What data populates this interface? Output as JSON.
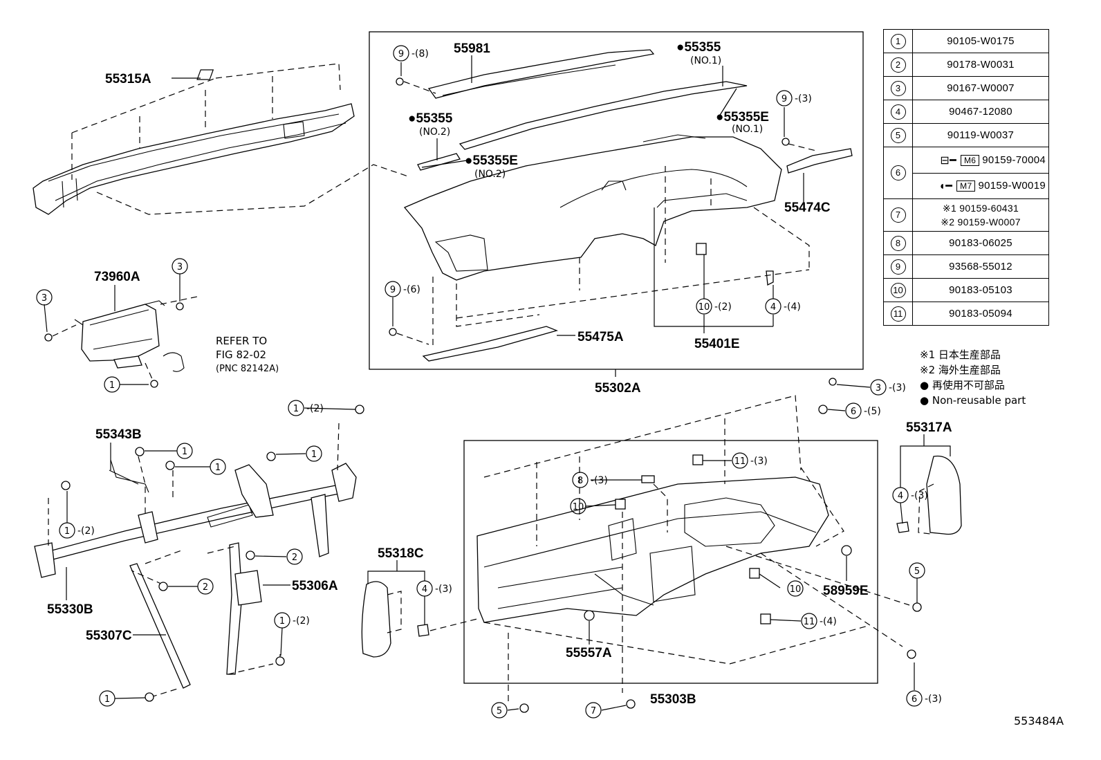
{
  "diagram_id": "553484A",
  "part_labels": {
    "p55315A": "55315A",
    "p73960A": "73960A",
    "p55981": "55981",
    "p55355_1": "●55355",
    "p55355_1_sub": "(NO.1)",
    "p55355_2": "●55355",
    "p55355_2_sub": "(NO.2)",
    "p55355E_1": "●55355E",
    "p55355E_1_sub": "(NO.1)",
    "p55355E_2": "●55355E",
    "p55355E_2_sub": "(NO.2)",
    "p55474C": "55474C",
    "p55475A": "55475A",
    "p55401E": "55401E",
    "p55302A": "55302A",
    "p55343B": "55343B",
    "p55330B": "55330B",
    "p55307C": "55307C",
    "p55306A": "55306A",
    "p55318C": "55318C",
    "p55317A": "55317A",
    "p55557A": "55557A",
    "p55303B": "55303B",
    "p58959E": "58959E"
  },
  "refer": {
    "line1": "REFER TO",
    "line2": "FIG 82-02",
    "line3": "(PNC 82142A)"
  },
  "callouts": {
    "c9_8": {
      "num": "9",
      "qty": "-(8)"
    },
    "c9_3": {
      "num": "9",
      "qty": "-(3)"
    },
    "c9_6": {
      "num": "9",
      "qty": "-(6)"
    },
    "c10_2": {
      "num": "10",
      "qty": "-(2)"
    },
    "c4_4": {
      "num": "4",
      "qty": "-(4)"
    },
    "c3_a": {
      "num": "3",
      "qty": ""
    },
    "c3_b": {
      "num": "3",
      "qty": ""
    },
    "c1_a": {
      "num": "1",
      "qty": ""
    },
    "c3_3": {
      "num": "3",
      "qty": "-(3)"
    },
    "c6_5": {
      "num": "6",
      "qty": "-(5)"
    },
    "c1_2a": {
      "num": "1",
      "qty": "-(2)"
    },
    "c1_b": {
      "num": "1",
      "qty": ""
    },
    "c1_c": {
      "num": "1",
      "qty": ""
    },
    "c1_d": {
      "num": "1",
      "qty": ""
    },
    "c1_2b": {
      "num": "1",
      "qty": "-(2)"
    },
    "c2_a": {
      "num": "2",
      "qty": ""
    },
    "c2_b": {
      "num": "2",
      "qty": ""
    },
    "c1_2c": {
      "num": "1",
      "qty": "-(2)"
    },
    "c1_e": {
      "num": "1",
      "qty": ""
    },
    "c4_3a": {
      "num": "4",
      "qty": "-(3)"
    },
    "c4_3b": {
      "num": "4",
      "qty": "-(3)"
    },
    "c11_3": {
      "num": "11",
      "qty": "-(3)"
    },
    "c8_3": {
      "num": "8",
      "qty": "-(3)"
    },
    "c10_a": {
      "num": "10",
      "qty": ""
    },
    "c10_b": {
      "num": "10",
      "qty": ""
    },
    "c11_4": {
      "num": "11",
      "qty": "-(4)"
    },
    "c5_a": {
      "num": "5",
      "qty": ""
    },
    "c5_b": {
      "num": "5",
      "qty": ""
    },
    "c7_a": {
      "num": "7",
      "qty": ""
    },
    "c6_3": {
      "num": "6",
      "qty": "-(3)"
    }
  },
  "legend": {
    "r1": {
      "num": "1",
      "part": "90105-W0175"
    },
    "r2": {
      "num": "2",
      "part": "90178-W0031"
    },
    "r3": {
      "num": "3",
      "part": "90167-W0007"
    },
    "r4": {
      "num": "4",
      "part": "90467-12080"
    },
    "r5": {
      "num": "5",
      "part": "90119-W0037"
    },
    "r6": {
      "num": "6",
      "tag_a": "M6",
      "part_a": "90159-70004",
      "tag_b": "M7",
      "part_b": "90159-W0019"
    },
    "r7": {
      "num": "7",
      "part_a": "※1 90159-60431",
      "part_b": "※2 90159-W0007"
    },
    "r8": {
      "num": "8",
      "part": "90183-06025"
    },
    "r9": {
      "num": "9",
      "part": "93568-55012"
    },
    "r10": {
      "num": "10",
      "part": "90183-05103"
    },
    "r11": {
      "num": "11",
      "part": "90183-05094"
    }
  },
  "notes": {
    "n1": "※1 日本生産部品",
    "n2": "※2 海外生産部品",
    "n3": "● 再使用不可部品",
    "n4": "● Non-reusable part"
  }
}
